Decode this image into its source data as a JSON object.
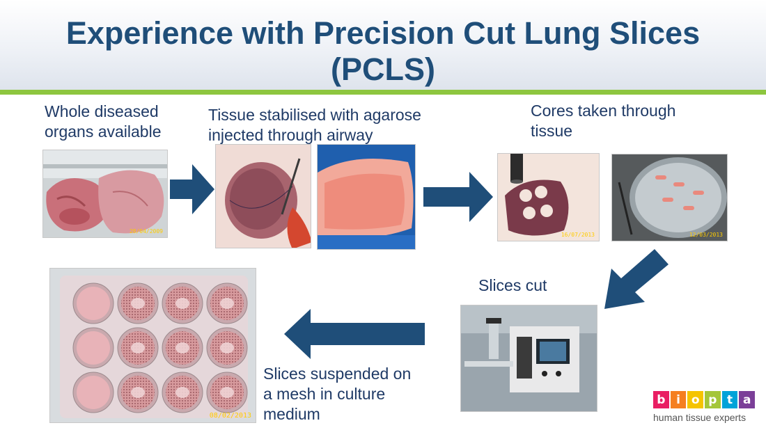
{
  "slide": {
    "title_line1": "Experience with Precision Cut Lung Slices",
    "title_line2": "(PCLS)"
  },
  "captions": {
    "whole_organs_line1": "Whole diseased",
    "whole_organs_line2": "organs available",
    "stabilised_line1": "Tissue stabilised with agarose",
    "stabilised_line2": "injected through airway",
    "cores_line1": "Cores taken through",
    "cores_line2": "tissue",
    "slices_cut": "Slices cut",
    "suspended_line1": "Slices suspended on",
    "suspended_line2": "a mesh in culture",
    "suspended_line3": "medium"
  },
  "photo_stamps": {
    "lungs": "28/04/2009",
    "cores": "16/07/2013",
    "dish": "12/03/2013",
    "plate": "08/02/2013"
  },
  "logo": {
    "letters": [
      "b",
      "i",
      "o",
      "p",
      "t",
      "a"
    ],
    "letter_colors": [
      "#e91e63",
      "#f57f20",
      "#f5c400",
      "#a4c639",
      "#00a3d9",
      "#7b3f98"
    ],
    "tagline": "human tissue experts"
  },
  "colors": {
    "title": "#1f4e79",
    "arrow": "#1f4e79",
    "accent_bar": "#8dc63f"
  }
}
